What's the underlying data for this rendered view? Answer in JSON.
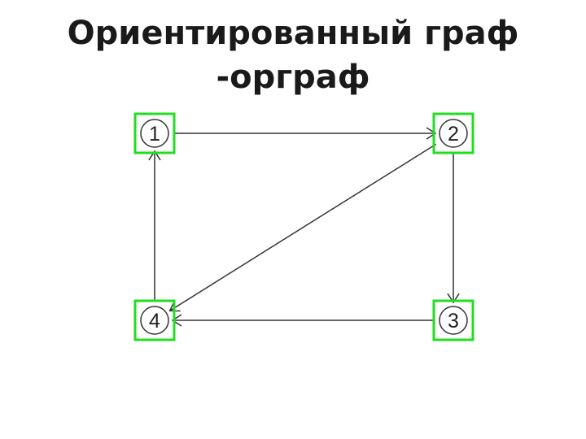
{
  "title": {
    "line1": "Ориентированный граф",
    "line2": "-орграф"
  },
  "colors": {
    "highlight": "#22dd22",
    "stroke": "#333333",
    "text": "#1a1a1a"
  },
  "graph": {
    "directed": true,
    "nodes": [
      {
        "id": "1",
        "label": "1"
      },
      {
        "id": "2",
        "label": "2"
      },
      {
        "id": "3",
        "label": "3"
      },
      {
        "id": "4",
        "label": "4"
      }
    ],
    "edges": [
      {
        "from": "1",
        "to": "2"
      },
      {
        "from": "2",
        "to": "3"
      },
      {
        "from": "3",
        "to": "4"
      },
      {
        "from": "4",
        "to": "1"
      },
      {
        "from": "2",
        "to": "4"
      }
    ]
  }
}
